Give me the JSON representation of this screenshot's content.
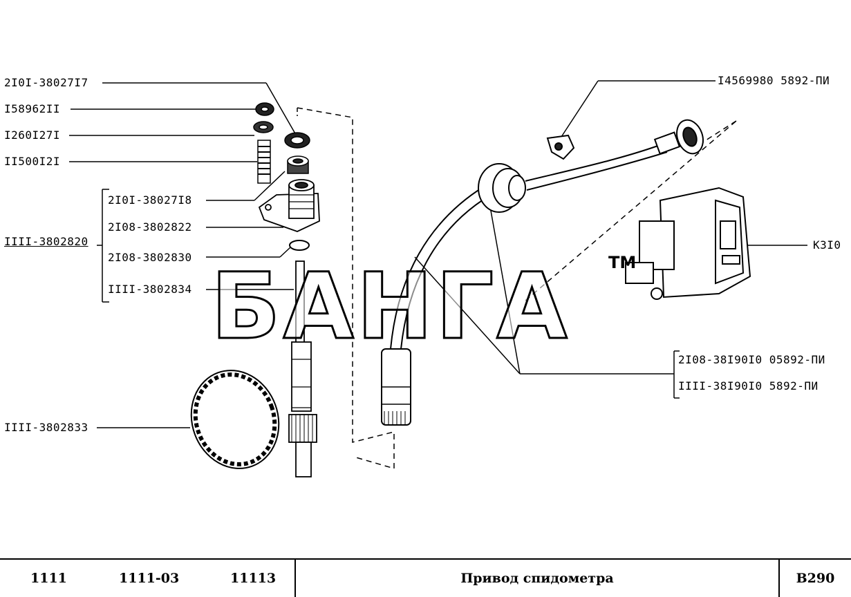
{
  "labels": {
    "l1": "2I0I-38027I7",
    "l2": "I58962II",
    "l3": "I260I27I",
    "l4": "II500I2I",
    "l5": "2I0I-38027I8",
    "l6": "2I08-3802822",
    "l7": "IIII-3802820",
    "l8": "2I08-3802830",
    "l9": "IIII-3802834",
    "l10": "IIII-3802833",
    "l11": "I4569980 5892-ПИ",
    "l12": "К3I0",
    "l13": "2I08-38I90I0 05892-ПИ",
    "l14": "IIII-38I90I0  5892-ПИ"
  },
  "watermark": {
    "text": "БАНГА",
    "tm": "TM"
  },
  "footer": {
    "model1": "1111",
    "model2": "1111-03",
    "model3": "11113",
    "title": "Привод спидометра",
    "code": "В290"
  }
}
